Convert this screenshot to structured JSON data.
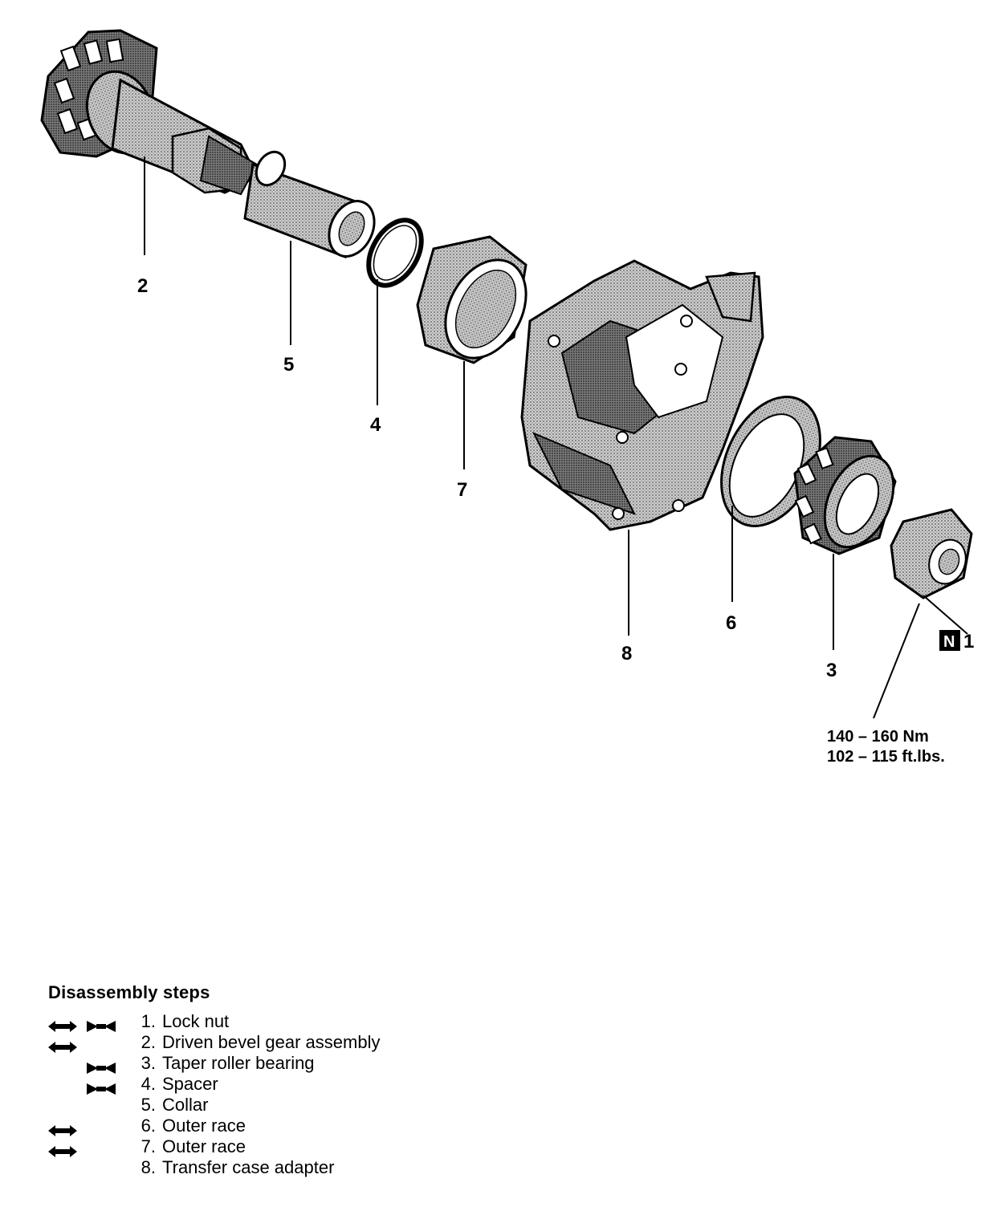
{
  "callouts": {
    "c1": "1",
    "c2": "2",
    "c3": "3",
    "c4": "4",
    "c5": "5",
    "c6": "6",
    "c7": "7",
    "c8": "8",
    "new_part_badge": "N"
  },
  "torque": {
    "metric": "140 – 160 Nm",
    "imperial": "102 – 115 ft.lbs."
  },
  "steps": {
    "heading": "Disassembly steps",
    "items": [
      {
        "num": "1.",
        "label": "Lock nut",
        "out": true,
        "in": true
      },
      {
        "num": "2.",
        "label": "Driven bevel gear assembly",
        "out": true,
        "in": false
      },
      {
        "num": "3.",
        "label": "Taper roller bearing",
        "out": false,
        "in": true
      },
      {
        "num": "4.",
        "label": "Spacer",
        "out": false,
        "in": true
      },
      {
        "num": "5.",
        "label": "Collar",
        "out": false,
        "in": false
      },
      {
        "num": "6.",
        "label": "Outer race",
        "out": true,
        "in": false
      },
      {
        "num": "7.",
        "label": "Outer race",
        "out": true,
        "in": false
      },
      {
        "num": "8.",
        "label": "Transfer case adapter",
        "out": false,
        "in": false
      }
    ]
  },
  "colors": {
    "ink": "#000000",
    "shade": "#9a9a9a",
    "paper": "#ffffff"
  }
}
